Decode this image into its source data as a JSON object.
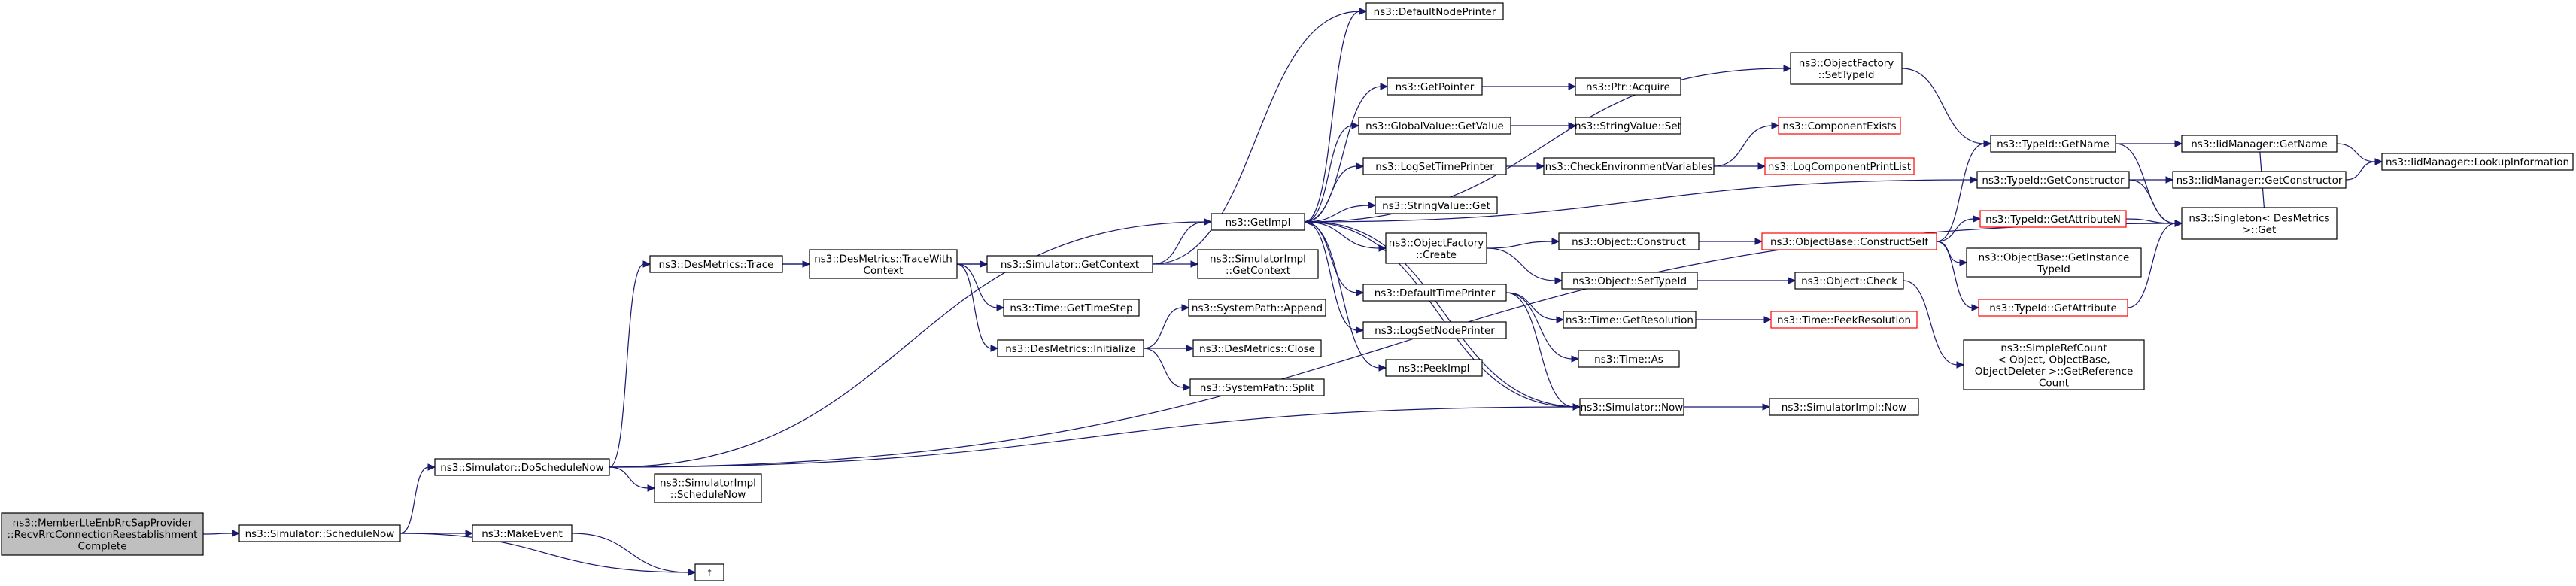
{
  "nodes": [
    {
      "id": "root",
      "lines": [
        "ns3::MemberLteEnbRrcSapProvider",
        "::RecvRrcConnectionReestablishment",
        "Complete"
      ],
      "red": false,
      "root": true
    },
    {
      "id": "scheduleNow",
      "lines": [
        "ns3::Simulator::ScheduleNow"
      ],
      "red": false
    },
    {
      "id": "makeEvent",
      "lines": [
        "ns3::MakeEvent"
      ],
      "red": false
    },
    {
      "id": "f",
      "lines": [
        "f"
      ],
      "red": false
    },
    {
      "id": "doScheduleNow",
      "lines": [
        "ns3::Simulator::DoScheduleNow"
      ],
      "red": false
    },
    {
      "id": "simImplScheduleNow",
      "lines": [
        "ns3::SimulatorImpl",
        "::ScheduleNow"
      ],
      "red": false
    },
    {
      "id": "desTrace",
      "lines": [
        "ns3::DesMetrics::Trace"
      ],
      "red": false
    },
    {
      "id": "desTraceWith",
      "lines": [
        "ns3::DesMetrics::TraceWith",
        "Context"
      ],
      "red": false
    },
    {
      "id": "getContext",
      "lines": [
        "ns3::Simulator::GetContext"
      ],
      "red": false
    },
    {
      "id": "getTimeStep",
      "lines": [
        "ns3::Time::GetTimeStep"
      ],
      "red": false
    },
    {
      "id": "desInit",
      "lines": [
        "ns3::DesMetrics::Initialize"
      ],
      "red": false
    },
    {
      "id": "spAppend",
      "lines": [
        "ns3::SystemPath::Append"
      ],
      "red": false
    },
    {
      "id": "desClose",
      "lines": [
        "ns3::DesMetrics::Close"
      ],
      "red": false
    },
    {
      "id": "spSplit",
      "lines": [
        "ns3::SystemPath::Split"
      ],
      "red": false
    },
    {
      "id": "simImplGetContext",
      "lines": [
        "ns3::SimulatorImpl",
        "::GetContext"
      ],
      "red": false
    },
    {
      "id": "getImpl",
      "lines": [
        "ns3::GetImpl"
      ],
      "red": false
    },
    {
      "id": "defaultNodePrinter",
      "lines": [
        "ns3::DefaultNodePrinter"
      ],
      "red": false
    },
    {
      "id": "getPointer",
      "lines": [
        "ns3::GetPointer"
      ],
      "red": false
    },
    {
      "id": "ptrAcquire",
      "lines": [
        "ns3::Ptr::Acquire"
      ],
      "red": false
    },
    {
      "id": "gvGetValue",
      "lines": [
        "ns3::GlobalValue::GetValue"
      ],
      "red": false
    },
    {
      "id": "svSet",
      "lines": [
        "ns3::StringValue::Set"
      ],
      "red": false
    },
    {
      "id": "logSetTimePrinter",
      "lines": [
        "ns3::LogSetTimePrinter"
      ],
      "red": false
    },
    {
      "id": "checkEnv",
      "lines": [
        "ns3::CheckEnvironmentVariables"
      ],
      "red": false
    },
    {
      "id": "compExists",
      "lines": [
        "ns3::ComponentExists"
      ],
      "red": true
    },
    {
      "id": "logCompPrint",
      "lines": [
        "ns3::LogComponentPrintList"
      ],
      "red": true
    },
    {
      "id": "svGet",
      "lines": [
        "ns3::StringValue::Get"
      ],
      "red": false
    },
    {
      "id": "ofCreate",
      "lines": [
        "ns3::ObjectFactory",
        "::Create"
      ],
      "red": false
    },
    {
      "id": "ofSetTypeId",
      "lines": [
        "ns3::ObjectFactory",
        "::SetTypeId"
      ],
      "red": false
    },
    {
      "id": "objConstruct",
      "lines": [
        "ns3::Object::Construct"
      ],
      "red": false
    },
    {
      "id": "objSetTypeId",
      "lines": [
        "ns3::Object::SetTypeId"
      ],
      "red": false
    },
    {
      "id": "obConstructSelf",
      "lines": [
        "ns3::ObjectBase::ConstructSelf"
      ],
      "red": true
    },
    {
      "id": "objCheck",
      "lines": [
        "ns3::Object::Check"
      ],
      "red": false
    },
    {
      "id": "defaultTimePrinter",
      "lines": [
        "ns3::DefaultTimePrinter"
      ],
      "red": false
    },
    {
      "id": "timeGetRes",
      "lines": [
        "ns3::Time::GetResolution"
      ],
      "red": false
    },
    {
      "id": "timePeekRes",
      "lines": [
        "ns3::Time::PeekResolution"
      ],
      "red": true
    },
    {
      "id": "timeAs",
      "lines": [
        "ns3::Time::As"
      ],
      "red": false
    },
    {
      "id": "logSetNodePrinter",
      "lines": [
        "ns3::LogSetNodePrinter"
      ],
      "red": false
    },
    {
      "id": "peekImpl",
      "lines": [
        "ns3::PeekImpl"
      ],
      "red": false
    },
    {
      "id": "simNow",
      "lines": [
        "ns3::Simulator::Now"
      ],
      "red": false
    },
    {
      "id": "simImplNow",
      "lines": [
        "ns3::SimulatorImpl::Now"
      ],
      "red": false
    },
    {
      "id": "tidGetName",
      "lines": [
        "ns3::TypeId::GetName"
      ],
      "red": false
    },
    {
      "id": "tidGetConstructor",
      "lines": [
        "ns3::TypeId::GetConstructor"
      ],
      "red": false
    },
    {
      "id": "tidGetAttrN",
      "lines": [
        "ns3::TypeId::GetAttributeN"
      ],
      "red": true
    },
    {
      "id": "obGetInstance",
      "lines": [
        "ns3::ObjectBase::GetInstance",
        "TypeId"
      ],
      "red": false
    },
    {
      "id": "tidGetAttr",
      "lines": [
        "ns3::TypeId::GetAttribute"
      ],
      "red": true
    },
    {
      "id": "simpleRefCount",
      "lines": [
        "ns3::SimpleRefCount",
        "< Object, ObjectBase,",
        "ObjectDeleter >::GetReference",
        "Count"
      ],
      "red": false
    },
    {
      "id": "iidGetName",
      "lines": [
        "ns3::IidManager::GetName"
      ],
      "red": false
    },
    {
      "id": "iidGetConstructor",
      "lines": [
        "ns3::IidManager::GetConstructor"
      ],
      "red": false
    },
    {
      "id": "iidLookup",
      "lines": [
        "ns3::IidManager::LookupInformation"
      ],
      "red": false
    },
    {
      "id": "singletonGet",
      "lines": [
        "ns3::Singleton< DesMetrics",
        "  >::Get"
      ],
      "red": false
    }
  ],
  "edges": [
    [
      "root",
      "scheduleNow"
    ],
    [
      "scheduleNow",
      "doScheduleNow"
    ],
    [
      "scheduleNow",
      "makeEvent"
    ],
    [
      "scheduleNow",
      "f"
    ],
    [
      "makeEvent",
      "f"
    ],
    [
      "doScheduleNow",
      "desTrace"
    ],
    [
      "doScheduleNow",
      "getImpl"
    ],
    [
      "doScheduleNow",
      "simImplScheduleNow"
    ],
    [
      "doScheduleNow",
      "simNow"
    ],
    [
      "doScheduleNow",
      "singletonGet"
    ],
    [
      "desTrace",
      "getContext"
    ],
    [
      "desTrace",
      "desTraceWith"
    ],
    [
      "desTraceWith",
      "getContext"
    ],
    [
      "desTraceWith",
      "getTimeStep"
    ],
    [
      "desTraceWith",
      "desInit"
    ],
    [
      "desInit",
      "spAppend"
    ],
    [
      "desInit",
      "desClose"
    ],
    [
      "desInit",
      "spSplit"
    ],
    [
      "getContext",
      "getImpl"
    ],
    [
      "getContext",
      "simImplGetContext"
    ],
    [
      "getContext",
      "defaultNodePrinter"
    ],
    [
      "getImpl",
      "defaultNodePrinter"
    ],
    [
      "getImpl",
      "ofSetTypeId"
    ],
    [
      "getImpl",
      "getPointer"
    ],
    [
      "getImpl",
      "gvGetValue"
    ],
    [
      "getImpl",
      "logSetTimePrinter"
    ],
    [
      "getImpl",
      "svGet"
    ],
    [
      "getImpl",
      "ofCreate"
    ],
    [
      "getImpl",
      "defaultTimePrinter"
    ],
    [
      "getImpl",
      "logSetNodePrinter"
    ],
    [
      "getImpl",
      "peekImpl"
    ],
    [
      "getImpl",
      "simNow"
    ],
    [
      "getImpl",
      "tidGetConstructor"
    ],
    [
      "getPointer",
      "ptrAcquire"
    ],
    [
      "gvGetValue",
      "svSet"
    ],
    [
      "logSetTimePrinter",
      "checkEnv"
    ],
    [
      "checkEnv",
      "compExists"
    ],
    [
      "checkEnv",
      "logCompPrint"
    ],
    [
      "ofCreate",
      "objConstruct"
    ],
    [
      "ofCreate",
      "objSetTypeId"
    ],
    [
      "objConstruct",
      "obConstructSelf"
    ],
    [
      "obConstructSelf",
      "tidGetName"
    ],
    [
      "obConstructSelf",
      "tidGetAttrN"
    ],
    [
      "obConstructSelf",
      "obGetInstance"
    ],
    [
      "obConstructSelf",
      "tidGetAttr"
    ],
    [
      "objSetTypeId",
      "objCheck"
    ],
    [
      "objCheck",
      "simpleRefCount"
    ],
    [
      "defaultTimePrinter",
      "timeGetRes"
    ],
    [
      "defaultTimePrinter",
      "timeAs"
    ],
    [
      "defaultTimePrinter",
      "simNow"
    ],
    [
      "timeGetRes",
      "timePeekRes"
    ],
    [
      "simNow",
      "getImpl"
    ],
    [
      "simNow",
      "simImplNow"
    ],
    [
      "ofSetTypeId",
      "tidGetName"
    ],
    [
      "tidGetName",
      "iidGetName"
    ],
    [
      "tidGetName",
      "singletonGet"
    ],
    [
      "tidGetConstructor",
      "iidGetConstructor"
    ],
    [
      "tidGetConstructor",
      "singletonGet"
    ],
    [
      "tidGetAttrN",
      "singletonGet"
    ],
    [
      "tidGetAttr",
      "singletonGet"
    ],
    [
      "iidGetName",
      "iidLookup"
    ],
    [
      "iidGetConstructor",
      "iidLookup"
    ],
    [
      "iidGetName",
      "singletonGet"
    ]
  ]
}
